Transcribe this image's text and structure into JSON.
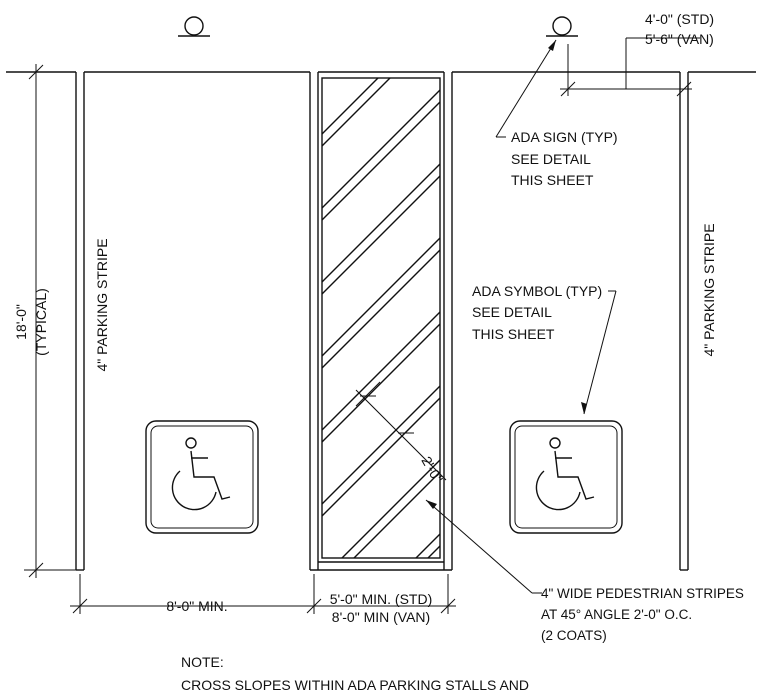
{
  "labels": {
    "sign_width_std": "4'-0\" (STD)",
    "sign_width_van": "5'-6\" (VAN)",
    "ada_sign_1": "ADA SIGN (TYP)",
    "ada_sign_2": "SEE DETAIL",
    "ada_sign_3": "THIS SHEET",
    "ada_symbol_1": "ADA SYMBOL (TYP)",
    "ada_symbol_2": "SEE DETAIL",
    "ada_symbol_3": "THIS SHEET",
    "stall_depth_1": "18'-0\"",
    "stall_depth_2": "(TYPICAL)",
    "stripe_left": "4\" PARKING STRIPE",
    "stripe_right": "4\" PARKING STRIPE",
    "stripe_spacing": "2'-0\"",
    "stall_width": "8'-0\" MIN.",
    "aisle_width_std": "5'-0\" MIN. (STD)",
    "aisle_width_van": "8'-0\" MIN (VAN)",
    "ped_stripes_1": "4\" WIDE PEDESTRIAN STRIPES",
    "ped_stripes_2": "AT 45° ANGLE 2'-0\" O.C.",
    "ped_stripes_3": "(2 COATS)",
    "note_title": "NOTE:",
    "note_line_1": "CROSS SLOPES WITHIN ADA PARKING STALLS AND"
  },
  "symbols": {
    "sign": "ada-sign-post-symbol",
    "accessible": "wheelchair-icon"
  },
  "colors": {
    "line": "#111111",
    "background": "#ffffff"
  }
}
